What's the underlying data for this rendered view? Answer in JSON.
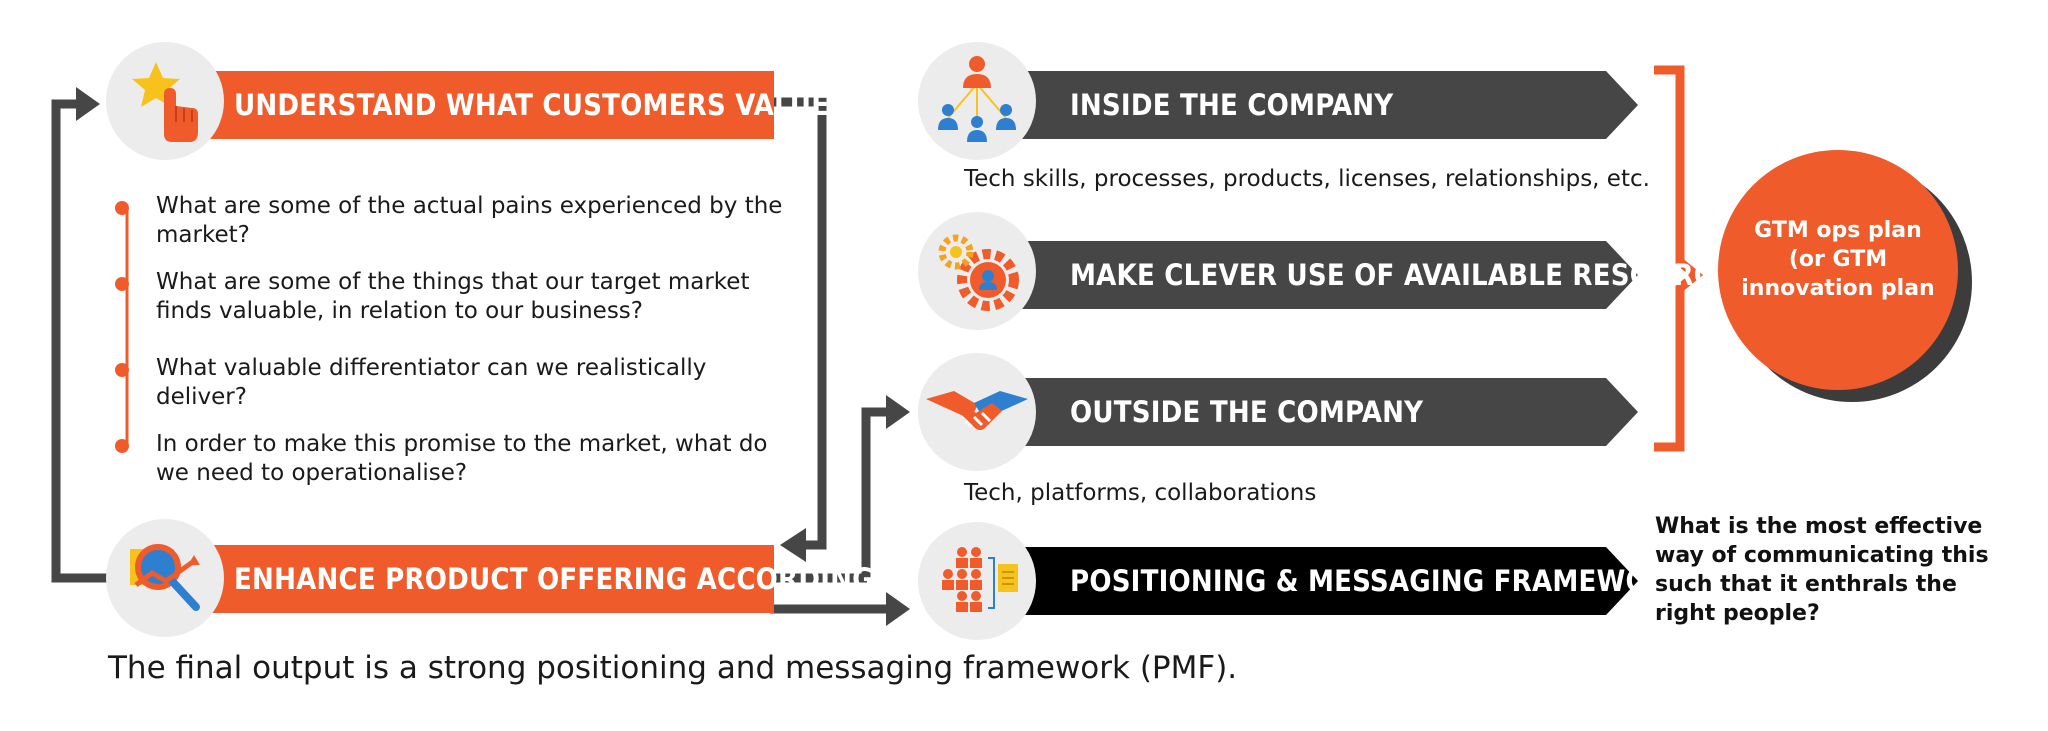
{
  "left": {
    "top_banner": "UNDERSTAND WHAT CUSTOMERS VALUE",
    "bottom_banner": "ENHANCE PRODUCT OFFERING ACCORDINGLY",
    "questions": [
      "What are some of the actual pains experienced by the market?",
      "What are some of the things that our target market finds valuable, in relation to our business?",
      "What valuable differentiator can we realistically deliver?",
      "In order to make this promise to the market, what do we need to operationalise?"
    ]
  },
  "right": {
    "items": [
      {
        "label": "INSIDE THE COMPANY",
        "desc": "Tech skills, processes, products, licenses, relationships, etc."
      },
      {
        "label": "MAKE CLEVER USE OF AVAILABLE RESOURCES",
        "desc": ""
      },
      {
        "label": "OUTSIDE THE COMPANY",
        "desc": "Tech, platforms, collaborations"
      },
      {
        "label": "POSITIONING & MESSAGING FRAMEWORK",
        "desc": ""
      }
    ],
    "gtm_plan": "GTM ops plan (or GTM innovation plan",
    "question": "What is the most effective way of communicating this such that it enthrals the right people?"
  },
  "footer": "The final output is a strong positioning and messaging framework (PMF).",
  "colors": {
    "accent": "#ef5b2b",
    "dark": "#464646",
    "black": "#000000",
    "bg_circle": "#ececec"
  },
  "icons": [
    "star-click-icon",
    "magnify-chart-icon",
    "team-hierarchy-icon",
    "gears-icon",
    "handshake-icon",
    "audience-document-icon"
  ]
}
